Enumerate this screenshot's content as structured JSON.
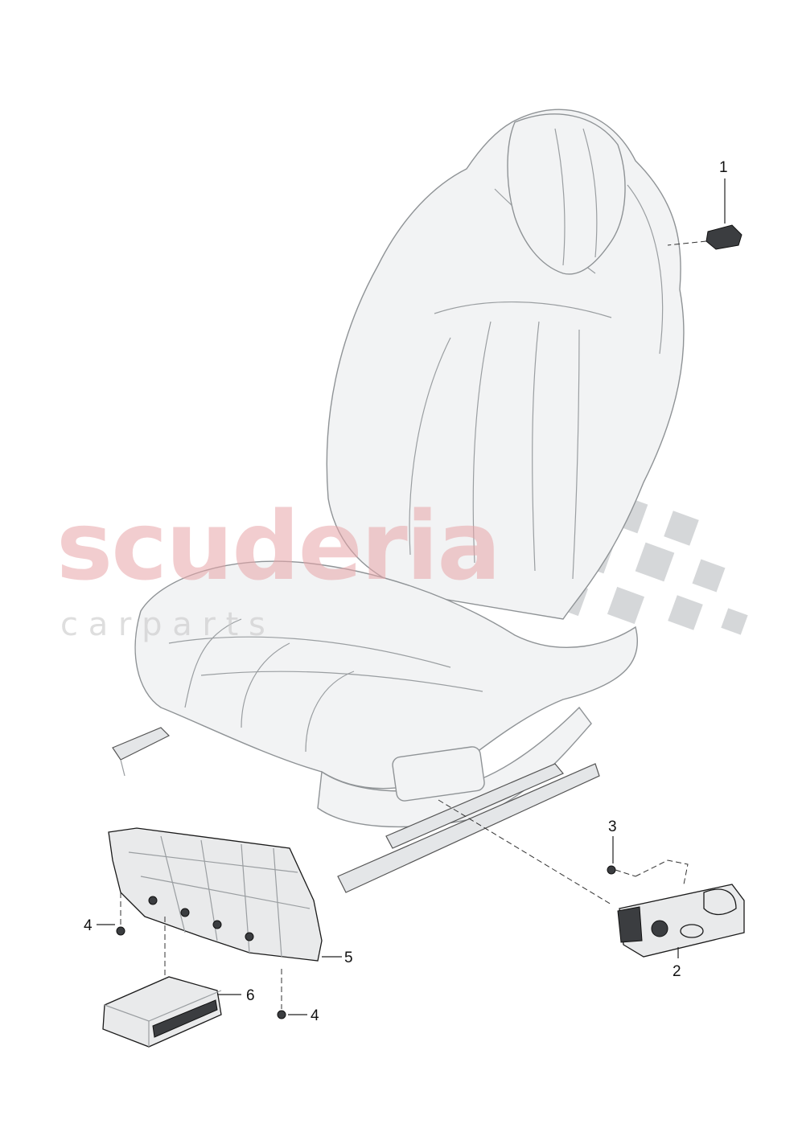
{
  "watermark": {
    "main": "scuderia",
    "sub": "c a r   p a r t s"
  },
  "callouts": [
    {
      "id": "1",
      "label": "1"
    },
    {
      "id": "2",
      "label": "2"
    },
    {
      "id": "3",
      "label": "3"
    },
    {
      "id": "4a",
      "label": "4"
    },
    {
      "id": "4b",
      "label": "4"
    },
    {
      "id": "5",
      "label": "5"
    },
    {
      "id": "6",
      "label": "6"
    }
  ],
  "colors": {
    "watermark_main": "#e8a6a9",
    "watermark_sub": "#c9c9c9",
    "line": "#111111"
  }
}
